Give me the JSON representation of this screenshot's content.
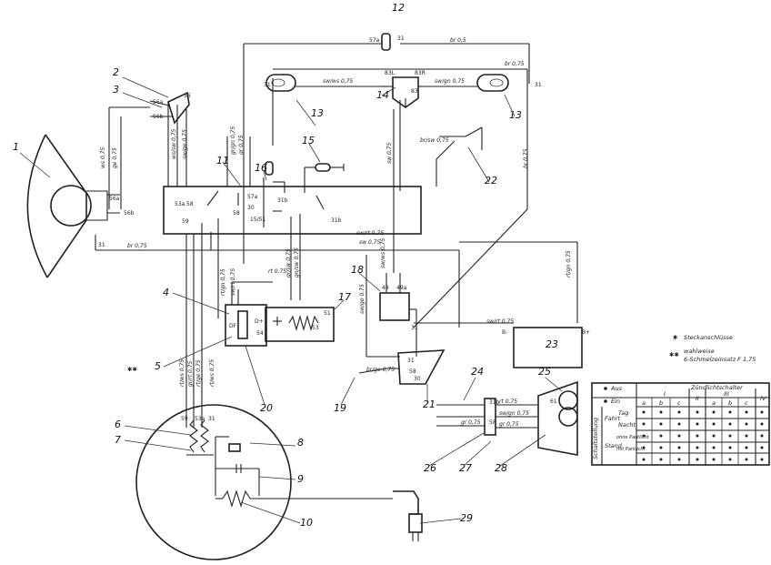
{
  "components": [
    {
      "no": "1"
    },
    {
      "no": "2"
    },
    {
      "no": "3"
    },
    {
      "no": "4"
    },
    {
      "no": "5"
    },
    {
      "no": "6"
    },
    {
      "no": "7"
    },
    {
      "no": "8"
    },
    {
      "no": "9"
    },
    {
      "no": "10"
    },
    {
      "no": "11"
    },
    {
      "no": "12"
    },
    {
      "no": "13"
    },
    {
      "no": "13"
    },
    {
      "no": "14"
    },
    {
      "no": "15"
    },
    {
      "no": "16"
    },
    {
      "no": "17"
    },
    {
      "no": "18"
    },
    {
      "no": "19"
    },
    {
      "no": "20"
    },
    {
      "no": "21"
    },
    {
      "no": "22"
    },
    {
      "no": "23"
    },
    {
      "no": "24"
    },
    {
      "no": "25"
    },
    {
      "no": "26"
    },
    {
      "no": "27"
    },
    {
      "no": "28"
    },
    {
      "no": "29"
    }
  ],
  "wire_labels": [
    "br 0,5",
    "br 0,75",
    "sw/ws 0,75",
    "sw/gn 0,75",
    "br/sw 0,75",
    "sw 0,75",
    "br 0,75",
    "ws 0,75",
    "ge 0,75",
    "ws/sw 0,75",
    "sw/ge 0,75",
    "gr/gn 0,75",
    "gr 0,75",
    "sw/rt 0,75",
    "sw 0,75",
    "rt 0,75",
    "rt/gn 0,75",
    "gr/sw 0,75",
    "gn/sw 0,75",
    "sw/ws 0,75",
    "sw/ge 0,75",
    "br/ge 0,75",
    "rt/ws 0,75",
    "gr/rt 0,75",
    "rt/ge 0,75",
    "rt/ws 0,75",
    "rt/gn 0,75",
    "sw/rt 0,75",
    "gr 0,75",
    "br 0,75",
    "sw/gn 0,75",
    "gr 0,75",
    "sw/rt 0,75",
    "rt 0,75"
  ],
  "terminal_labels": [
    "57a",
    "31",
    "31",
    "31",
    "56",
    "56a",
    "56b",
    "56a",
    "56b",
    "31",
    "57a",
    "30",
    "31b",
    "58",
    "31b",
    "15/51",
    "59",
    "58",
    "53a",
    "83L",
    "83R",
    "83",
    "53",
    "51",
    "49a",
    "49",
    "31",
    "31",
    "58",
    "30",
    "31b",
    "58",
    "54",
    "B-",
    "B+",
    "59",
    "53a",
    "31",
    "DF",
    "D+",
    "61"
  ],
  "legend": {
    "star_symbol": "✱",
    "star_text": "Steckanschlüsse",
    "double_star_symbol": "✱✱",
    "double_star_line1": "wahlweise",
    "double_star_line2": "6-Schmelzeinsatz F 1,75",
    "footnote_mark": "✱✱"
  },
  "switch_table": {
    "title": "Zündlichtschalter",
    "aus": "Aus",
    "ein": "Ein",
    "group_headers": [
      "I",
      "II",
      "III",
      "IV"
    ],
    "sub_headers": [
      "a",
      "b",
      "c",
      "",
      "a",
      "b",
      "c",
      ""
    ],
    "side_label": "Schaltstellung",
    "rows": [
      {
        "group": "Fahrt",
        "label": "Tag"
      },
      {
        "group": "",
        "label": "Nacht"
      },
      {
        "group": "Stand",
        "label": "ohne Parklicht"
      },
      {
        "group": "",
        "label": "mit Parklicht"
      }
    ]
  }
}
